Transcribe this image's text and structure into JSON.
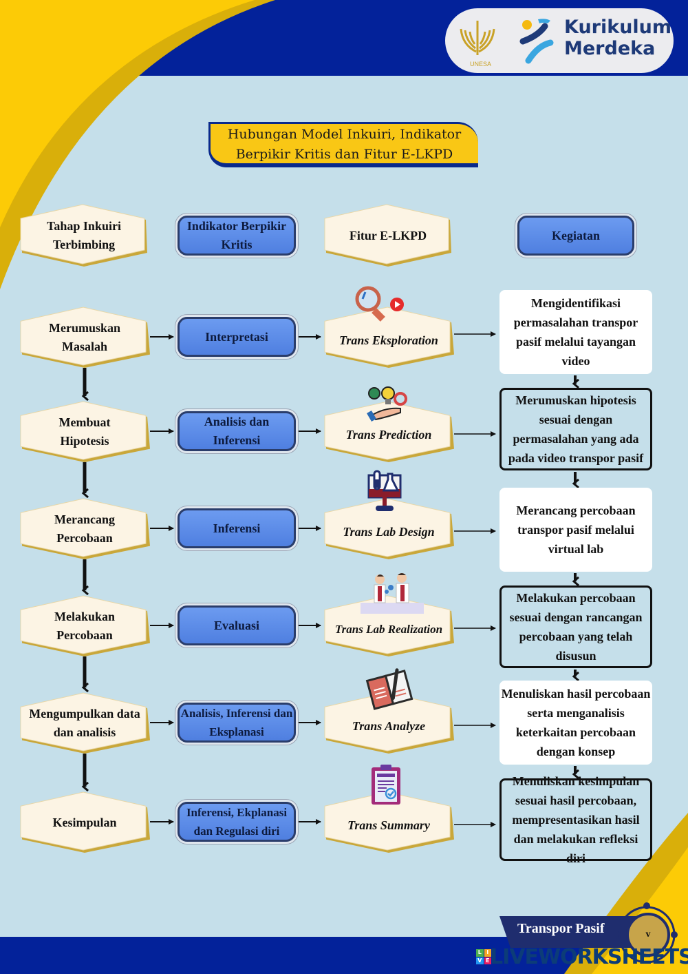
{
  "header": {
    "logo_unesa_label": "UNESA",
    "logo_kurikulum_line1": "Kurikulum",
    "logo_kurikulum_line2": "Merdeka"
  },
  "title": {
    "line1": "Hubungan Model Inkuiri, Indikator",
    "line2": "Berpikir Kritis dan Fitur E-LKPD"
  },
  "columns": {
    "tahap": "Tahap Inkuiri Terbimbing",
    "indikator": "Indikator Berpikir Kritis",
    "fitur": "Fitur E-LKPD",
    "kegiatan": "Kegiatan"
  },
  "rows": [
    {
      "tahap": "Merumuskan Masalah",
      "indikator": "Interpretasi",
      "fitur": "Trans Eksploration",
      "fitur_icon": "magnifier-video-icon",
      "kegiatan": "Mengidentifikasi permasalahan transpor pasif melalui tayangan video"
    },
    {
      "tahap": "Membuat Hipotesis",
      "indikator": "Analisis dan Inferensi",
      "fitur": "Trans Prediction",
      "fitur_icon": "idea-hand-gears-icon",
      "kegiatan": "Merumuskan hipotesis sesuai dengan permasalahan yang ada pada video transpor pasif"
    },
    {
      "tahap": "Merancang Percobaan",
      "indikator": "Inferensi",
      "fitur": "Trans Lab Design",
      "fitur_icon": "lab-monitor-icon",
      "kegiatan": "Merancang percobaan transpor pasif melalui virtual lab"
    },
    {
      "tahap": "Melakukan Percobaan",
      "indikator": "Evaluasi",
      "fitur": "Trans Lab Realization",
      "fitur_icon": "scientists-icon",
      "kegiatan": "Melakukan percobaan sesuai dengan rancangan percobaan yang telah disusun"
    },
    {
      "tahap": "Mengumpulkan data dan analisis",
      "indikator": "Analisis, Inferensi dan Eksplanasi",
      "fitur": "Trans Analyze",
      "fitur_icon": "notebook-pen-icon",
      "kegiatan": "Menuliskan hasil percobaan serta menganalisis keterkaitan percobaan dengan konsep"
    },
    {
      "tahap": "Kesimpulan",
      "indikator": "Inferensi, Ekplanasi dan Regulasi diri",
      "fitur": "Trans Summary",
      "fitur_icon": "summary-clipboard-icon",
      "kegiatan": "Menuliskan kesimpulan sesuai hasil percobaan, mempresentasikan hasil dan melakukan refleksi diri"
    }
  ],
  "footer": {
    "topic": "Transpor Pasif",
    "page_number": "v",
    "watermark": "LIVEWORKSHEETS",
    "watermark_badge": [
      "L",
      "I",
      "V",
      "E"
    ]
  },
  "colors": {
    "navy": "#03229a",
    "yellow": "#fccb06",
    "gold": "#d9af0a",
    "background": "#c5dfea",
    "hex_fill": "#fcf4e4",
    "hex_border": "#c9a73a",
    "blue_box": "#5b8be8"
  }
}
